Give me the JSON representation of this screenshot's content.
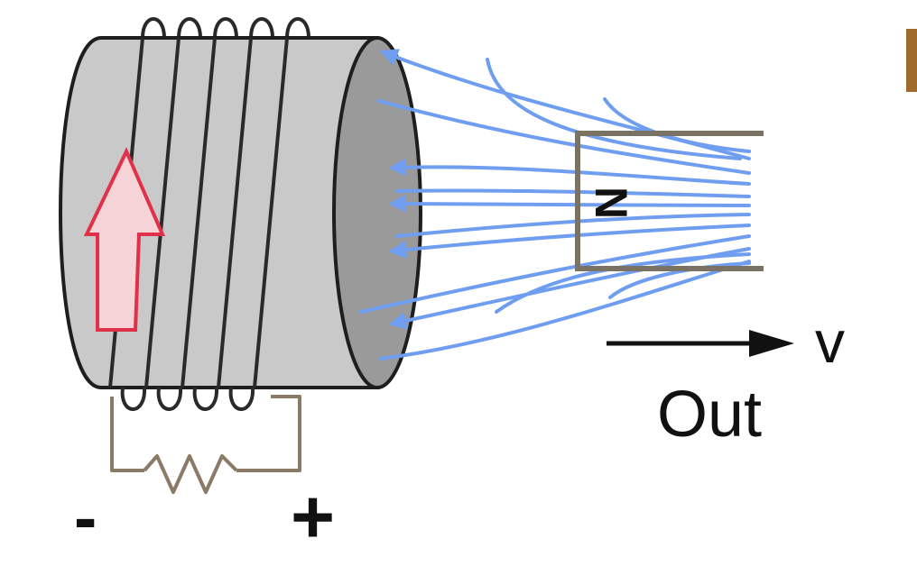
{
  "labels": {
    "north_pole": "N",
    "velocity": "v",
    "direction": "Out",
    "minus": "-",
    "plus": "+"
  },
  "colors": {
    "cylinder_body": "#c9c9c9",
    "cylinder_face": "#9a9a9a",
    "outline": "#1e1e1e",
    "coil_wire": "#2a2a2a",
    "circuit_wire": "#8a7a66",
    "magnet_outline": "#7a7262",
    "field_lines": "#6f9ef0",
    "current_arrow_fill": "#f6d3d7",
    "current_arrow_stroke": "#e0304a",
    "clipped_text": "#a06a2a"
  },
  "icons": {
    "current_arrow": "up-arrow-icon",
    "velocity_arrow": "right-arrow-icon",
    "resistor": "resistor-zigzag-icon"
  }
}
